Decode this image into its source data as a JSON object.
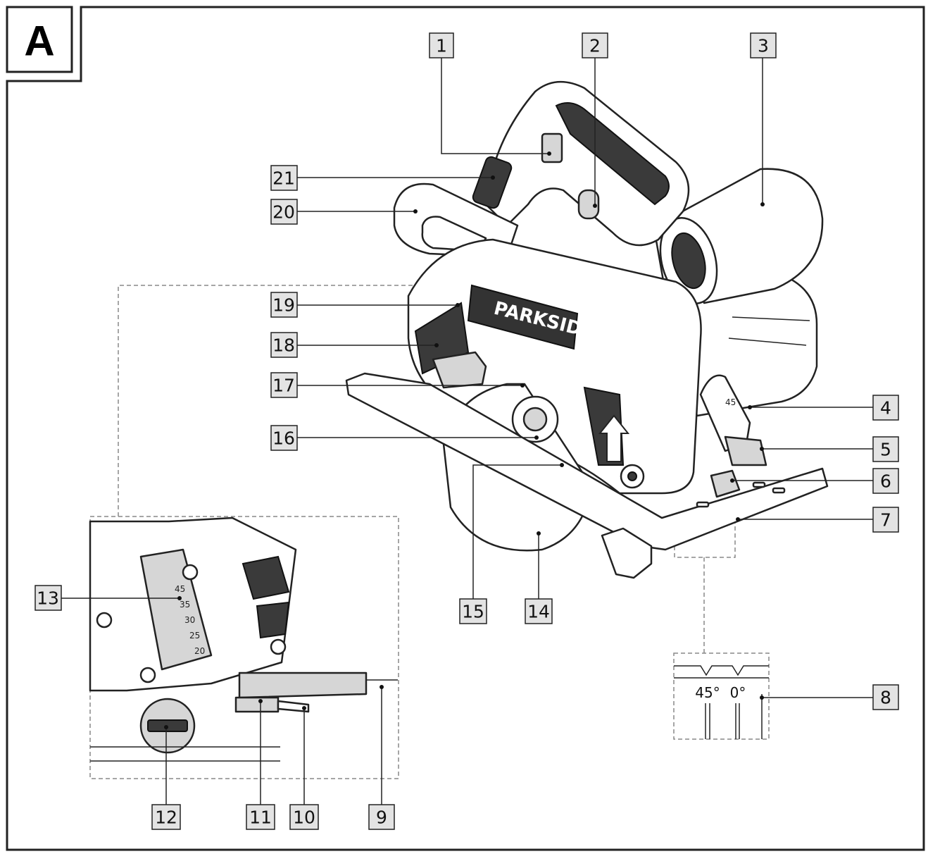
{
  "figure_label": "A",
  "brand_text": "PARKSIDE",
  "bevel_scale": {
    "labels": [
      "45°",
      "0°"
    ]
  },
  "depth_scale": {
    "ticks": [
      "45",
      "35",
      "30",
      "25",
      "20"
    ]
  },
  "callouts": [
    {
      "id": "c1",
      "label": "1"
    },
    {
      "id": "c2",
      "label": "2"
    },
    {
      "id": "c3",
      "label": "3"
    },
    {
      "id": "c4",
      "label": "4"
    },
    {
      "id": "c5",
      "label": "5"
    },
    {
      "id": "c6",
      "label": "6"
    },
    {
      "id": "c7",
      "label": "7"
    },
    {
      "id": "c8",
      "label": "8"
    },
    {
      "id": "c9",
      "label": "9"
    },
    {
      "id": "c10",
      "label": "10"
    },
    {
      "id": "c11",
      "label": "11"
    },
    {
      "id": "c12",
      "label": "12"
    },
    {
      "id": "c13",
      "label": "13"
    },
    {
      "id": "c14",
      "label": "14"
    },
    {
      "id": "c15",
      "label": "15"
    },
    {
      "id": "c16",
      "label": "16"
    },
    {
      "id": "c17",
      "label": "17"
    },
    {
      "id": "c18",
      "label": "18"
    },
    {
      "id": "c19",
      "label": "19"
    },
    {
      "id": "c20",
      "label": "20"
    },
    {
      "id": "c21",
      "label": "21"
    }
  ]
}
